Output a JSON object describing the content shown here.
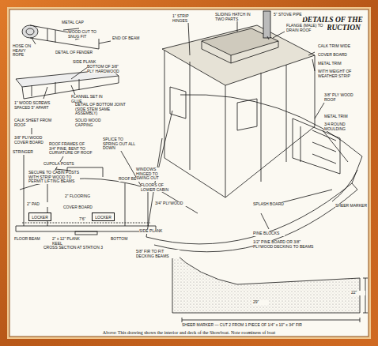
{
  "diagram": {
    "title": "DETAILS OF THE CONSTRUCTION",
    "caption": "Above: This drawing shows the interior and deck of the Showboat. Note roominess of boat",
    "nodes": [
      {
        "text": [
          "LOCKER"
        ]
      },
      {
        "text": [
          "LOCKER"
        ]
      }
    ],
    "labels": [
      "HOSE ON HEAVY ROPE",
      "METAL CAP",
      "WOOD CUT TO SNUG FIT",
      "END OF BEAM",
      "DETAIL OF FENDER",
      "SIDE PLANK",
      "BOTTOM OF 3/8\" PLY HARDWOOD",
      "1\" WOOD SCREWS SPACED 5\" APART",
      "FLANNEL SET IN GLUE",
      "DETAIL OF BOTTOM JOINT (SIDE STEM SAME ASSEMBLY)",
      "CALK SHEET FROM ROOF",
      "3/8\" PLYWOOD COVER BOARD",
      "SOLID WOOD CAPPING",
      "STRINGER",
      "ROOF FRAMES OF 3/4\" PINE, BENT TO CURVATURE OF ROOF",
      "SPLICE TO SPRING OUT ALL DOWN",
      "CUPOLA POSTS",
      "SECURE TO CABIN POSTS WITH STRIP WOOD TO PERMIT LIFTING BEAMS",
      "ROOF BEAM",
      "2\" FLOORING",
      "2\" PAD",
      "COVER BOARD",
      "FLOOR BEAM",
      "2\" x 12\" PLANK KEEL",
      "BOTTOM",
      "7'6\"",
      "CROSS SECTION AT STATION 3",
      "WINDOWS HINGED TO SWING OUT",
      "FLOORS OF LOWER CABIN",
      "3/4\" PLYWOOD",
      "SIDE PLANK",
      "5/8\" FIR TO FIT DECKING BEAMS",
      "SHEER MARKER — CUT 2 FROM 1 PIECE OF 1/4\" x 10\" x 34\" FIR",
      "29\"",
      "22\"",
      "1\" STRIP HINGES",
      "SLIDING HATCH IN TWO PARTS",
      "5\" STOVE PIPE",
      "FLANGE (MALE) TO DRAIN ROOF",
      "CALK TRIM WIDE",
      "COVER BOARD",
      "METAL TRIM",
      "WITH WEIGHT OF WEATHER STRIP",
      "3/8\" PLY WOOD ROOF",
      "METAL TRIM",
      "3/4 ROUND MOULDING",
      "SPLASH BOARD",
      "SHEER MARKER",
      "PINE BLOCKS",
      "1/2\" PINE BOARD OR 3/8\" PLYWOOD DECKING TO BEAMS"
    ]
  }
}
